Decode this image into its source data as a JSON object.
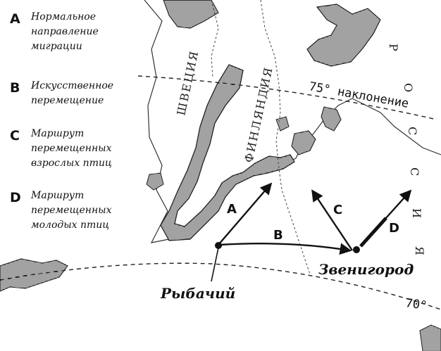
{
  "legend": [
    {
      "letter": "A",
      "text": "Нормальное направление миграции"
    },
    {
      "letter": "B",
      "text": "Искусственное перемещение"
    },
    {
      "letter": "C",
      "text": "Маршрут перемещенных взрослых птиц"
    },
    {
      "letter": "D",
      "text": "Маршрут перемещенных молодых птиц"
    }
  ],
  "countries": {
    "sweden": "ШВЕЦИЯ",
    "finland": "ФИНЛЯНДИЯ",
    "russia": [
      "Р",
      "О",
      "С",
      "С",
      "И",
      "Я"
    ]
  },
  "latitudes": {
    "lat75": "75° наклонение",
    "lat70": "70°"
  },
  "cities": {
    "rybachy": "Рыбачий",
    "zvenigorod": "Звенигород"
  },
  "routes": {
    "a": "A",
    "b": "B",
    "c": "C",
    "d": "D"
  }
}
